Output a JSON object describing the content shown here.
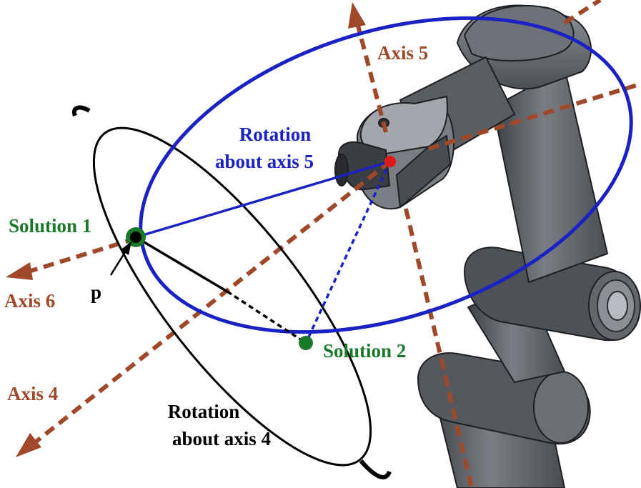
{
  "labels": {
    "axis5": "Axis 5",
    "axis6": "Axis 6",
    "axis4": "Axis 4",
    "rot5_line1": "Rotation",
    "rot5_line2": "about axis 5",
    "rot4_line1": "Rotation",
    "rot4_line2": "about axis 4",
    "solution1": "Solution 1",
    "solution2": "Solution 2",
    "point_p": "p"
  },
  "colors": {
    "axis": "#a0492a",
    "rotation5": "#1a22c4",
    "rotation4": "#000000",
    "solution": "#1a7a2a",
    "wrist_center": "#e01818",
    "robot_body": "#5f6369",
    "robot_dark": "#3b3e43",
    "robot_light": "#9da1a7"
  }
}
